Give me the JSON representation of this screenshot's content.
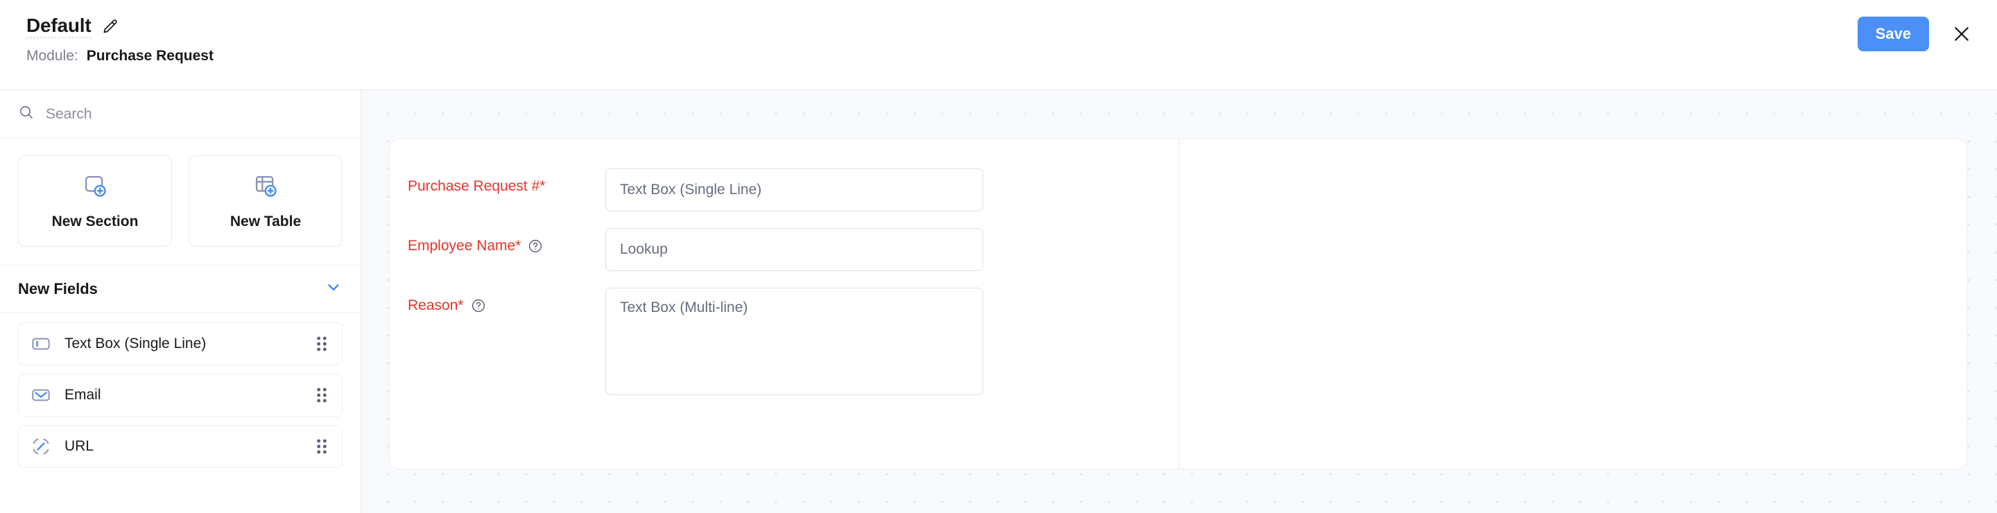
{
  "header": {
    "title": "Default",
    "edit_icon": "pencil-icon",
    "module_label": "Module:",
    "module_value": "Purchase Request",
    "save_label": "Save",
    "close_icon": "close-icon",
    "accent_color": "#4a90f7"
  },
  "sidebar": {
    "search": {
      "placeholder": "Search",
      "icon": "search-icon"
    },
    "create_cards": [
      {
        "label": "New Section",
        "icon": "new-section-icon"
      },
      {
        "label": "New Table",
        "icon": "new-table-icon"
      }
    ],
    "fields_section": {
      "label": "New Fields",
      "collapse_icon": "chevron-down-icon"
    },
    "fields": [
      {
        "label": "Text Box (Single Line)",
        "icon": "textbox-single-line-icon",
        "handle": "drag-handle-icon"
      },
      {
        "label": "Email",
        "icon": "email-icon",
        "handle": "drag-handle-icon"
      },
      {
        "label": "URL",
        "icon": "url-icon",
        "handle": "drag-handle-icon"
      }
    ]
  },
  "form": {
    "rows": [
      {
        "label": "Purchase Request #*",
        "has_help": false,
        "placeholder": "Text Box (Single Line)",
        "type": "input"
      },
      {
        "label": "Employee Name*",
        "has_help": true,
        "placeholder": "Lookup",
        "type": "input"
      },
      {
        "label": "Reason*",
        "has_help": true,
        "placeholder": "Text Box (Multi-line)",
        "type": "textarea"
      }
    ],
    "label_color": "#e8332a"
  }
}
